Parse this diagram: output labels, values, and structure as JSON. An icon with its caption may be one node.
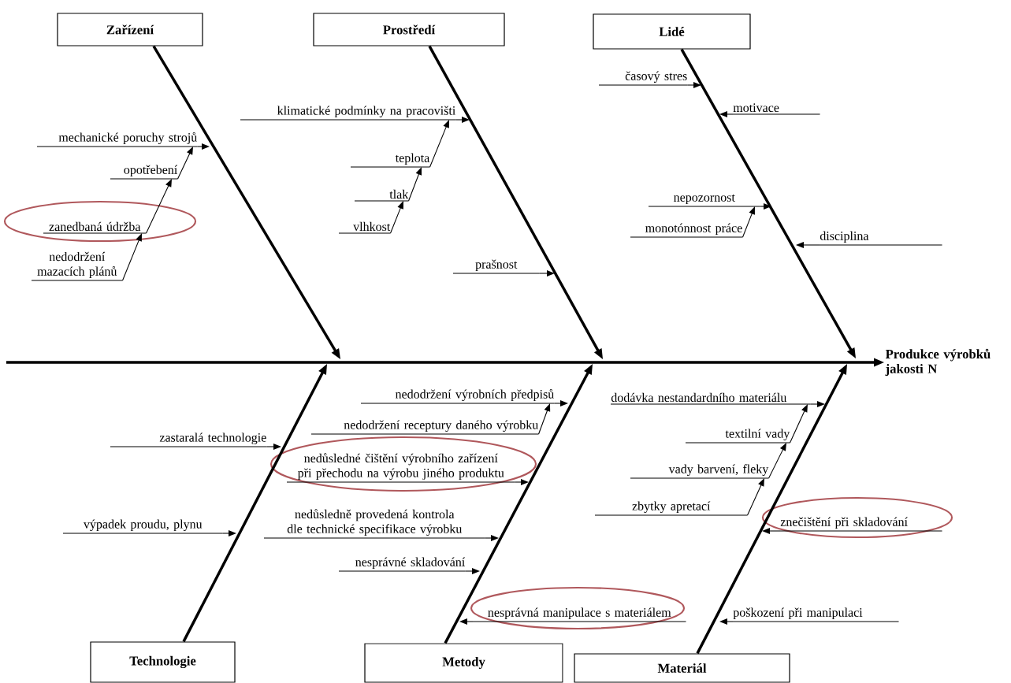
{
  "diagram": {
    "nodes": [
      {
        "text": [
          "Zařízení"
        ]
      },
      {
        "text": [
          "Prostředí"
        ]
      },
      {
        "text": [
          "Lidé"
        ]
      },
      {
        "text": [
          "mechanické poruchy strojů"
        ]
      },
      {
        "text": [
          "opotřebení"
        ]
      },
      {
        "text": [
          "zanedbaná údržba"
        ]
      },
      {
        "text": [
          "nedodržení mazacích plánů"
        ]
      },
      {
        "text": [
          "klimatické podmínky na pracovišti"
        ]
      },
      {
        "text": [
          "teplota"
        ]
      },
      {
        "text": [
          "tlak"
        ]
      },
      {
        "text": [
          "vlhkost"
        ]
      },
      {
        "text": [
          "prašnost"
        ]
      },
      {
        "text": [
          "časový stres"
        ]
      },
      {
        "text": [
          "motivace"
        ]
      },
      {
        "text": [
          "nepozornost"
        ]
      },
      {
        "text": [
          "monotónnost práce"
        ]
      },
      {
        "text": [
          "disciplina"
        ]
      },
      {
        "text": [
          "Produkce výrobků jakosti N"
        ]
      },
      {
        "text": [
          "Technologie"
        ]
      },
      {
        "text": [
          "zastaralá technologie"
        ]
      },
      {
        "text": [
          "výpadek proudu, plynu"
        ]
      },
      {
        "text": [
          "Metody"
        ]
      },
      {
        "text": [
          "nedodržení výrobních předpisů"
        ]
      },
      {
        "text": [
          "nedodržení receptury daného výrobku"
        ]
      },
      {
        "text": [
          "nedůsledné čištění výrobního zařízení při přechodu na výrobu jiného produktu"
        ]
      },
      {
        "text": [
          "nedůsledně provedená kontrola dle technické specifikace výrobku"
        ]
      },
      {
        "text": [
          "nesprávné skladování"
        ]
      },
      {
        "text": [
          "nesprávná manipulace s materiálem"
        ]
      },
      {
        "text": [
          "Materiál"
        ]
      },
      {
        "text": [
          "dodávka nestandardního materiálu"
        ]
      },
      {
        "text": [
          "textilní vady"
        ]
      },
      {
        "text": [
          "vady barvení, fleky"
        ]
      },
      {
        "text": [
          "zbytky apretací"
        ]
      },
      {
        "text": [
          "znečištění při skladování"
        ]
      },
      {
        "text": [
          "poškození při manipulaci"
        ]
      }
    ],
    "edges": [
      {
        "from": 0,
        "to": null,
        "arrow": "to",
        "style": "thick"
      },
      {
        "from": 1,
        "to": null,
        "arrow": "to",
        "style": "thick"
      },
      {
        "from": 2,
        "to": null,
        "arrow": "to",
        "style": "thick"
      },
      {
        "from": 3,
        "to": null,
        "arrow": "to"
      },
      {
        "from": 4,
        "to": 3,
        "arrow": "to"
      },
      {
        "from": 5,
        "to": 4,
        "arrow": "to"
      },
      {
        "from": 6,
        "to": 5,
        "arrow": "to"
      },
      {
        "from": 7,
        "to": null,
        "arrow": "to"
      },
      {
        "from": 8,
        "to": 7,
        "arrow": "to"
      },
      {
        "from": 9,
        "to": 8,
        "arrow": "to"
      },
      {
        "from": 10,
        "to": 9,
        "arrow": "to"
      },
      {
        "from": 11,
        "to": null,
        "arrow": "to"
      },
      {
        "from": 12,
        "to": null,
        "arrow": "to"
      },
      {
        "from": 13,
        "to": null,
        "arrow": "to"
      },
      {
        "from": 14,
        "to": null,
        "arrow": "to"
      },
      {
        "from": 15,
        "to": 14,
        "arrow": "to"
      },
      {
        "from": 16,
        "to": null,
        "arrow": "to"
      },
      {
        "from": null,
        "to": 17,
        "arrow": "to",
        "style": "thick"
      },
      {
        "from": 18,
        "to": null,
        "arrow": "to",
        "style": "thick"
      },
      {
        "from": 19,
        "to": null,
        "arrow": "to"
      },
      {
        "from": 20,
        "to": null,
        "arrow": "to"
      },
      {
        "from": 21,
        "to": null,
        "arrow": "to",
        "style": "thick"
      },
      {
        "from": 22,
        "to": null,
        "arrow": "to"
      },
      {
        "from": 23,
        "to": 22,
        "arrow": "to"
      },
      {
        "from": 24,
        "to": null,
        "arrow": "to"
      },
      {
        "from": 25,
        "to": null,
        "arrow": "to"
      },
      {
        "from": 26,
        "to": null,
        "arrow": "to"
      },
      {
        "from": 27,
        "to": null,
        "arrow": "to"
      },
      {
        "from": 28,
        "to": null,
        "arrow": "to",
        "style": "thick"
      },
      {
        "from": 29,
        "to": null,
        "arrow": "to"
      },
      {
        "from": 30,
        "to": 29,
        "arrow": "to"
      },
      {
        "from": 31,
        "to": 30,
        "arrow": "to"
      },
      {
        "from": 32,
        "to": 31,
        "arrow": "to"
      },
      {
        "from": 33,
        "to": null,
        "arrow": "to"
      },
      {
        "from": 34,
        "to": null,
        "arrow": "to"
      }
    ]
  }
}
